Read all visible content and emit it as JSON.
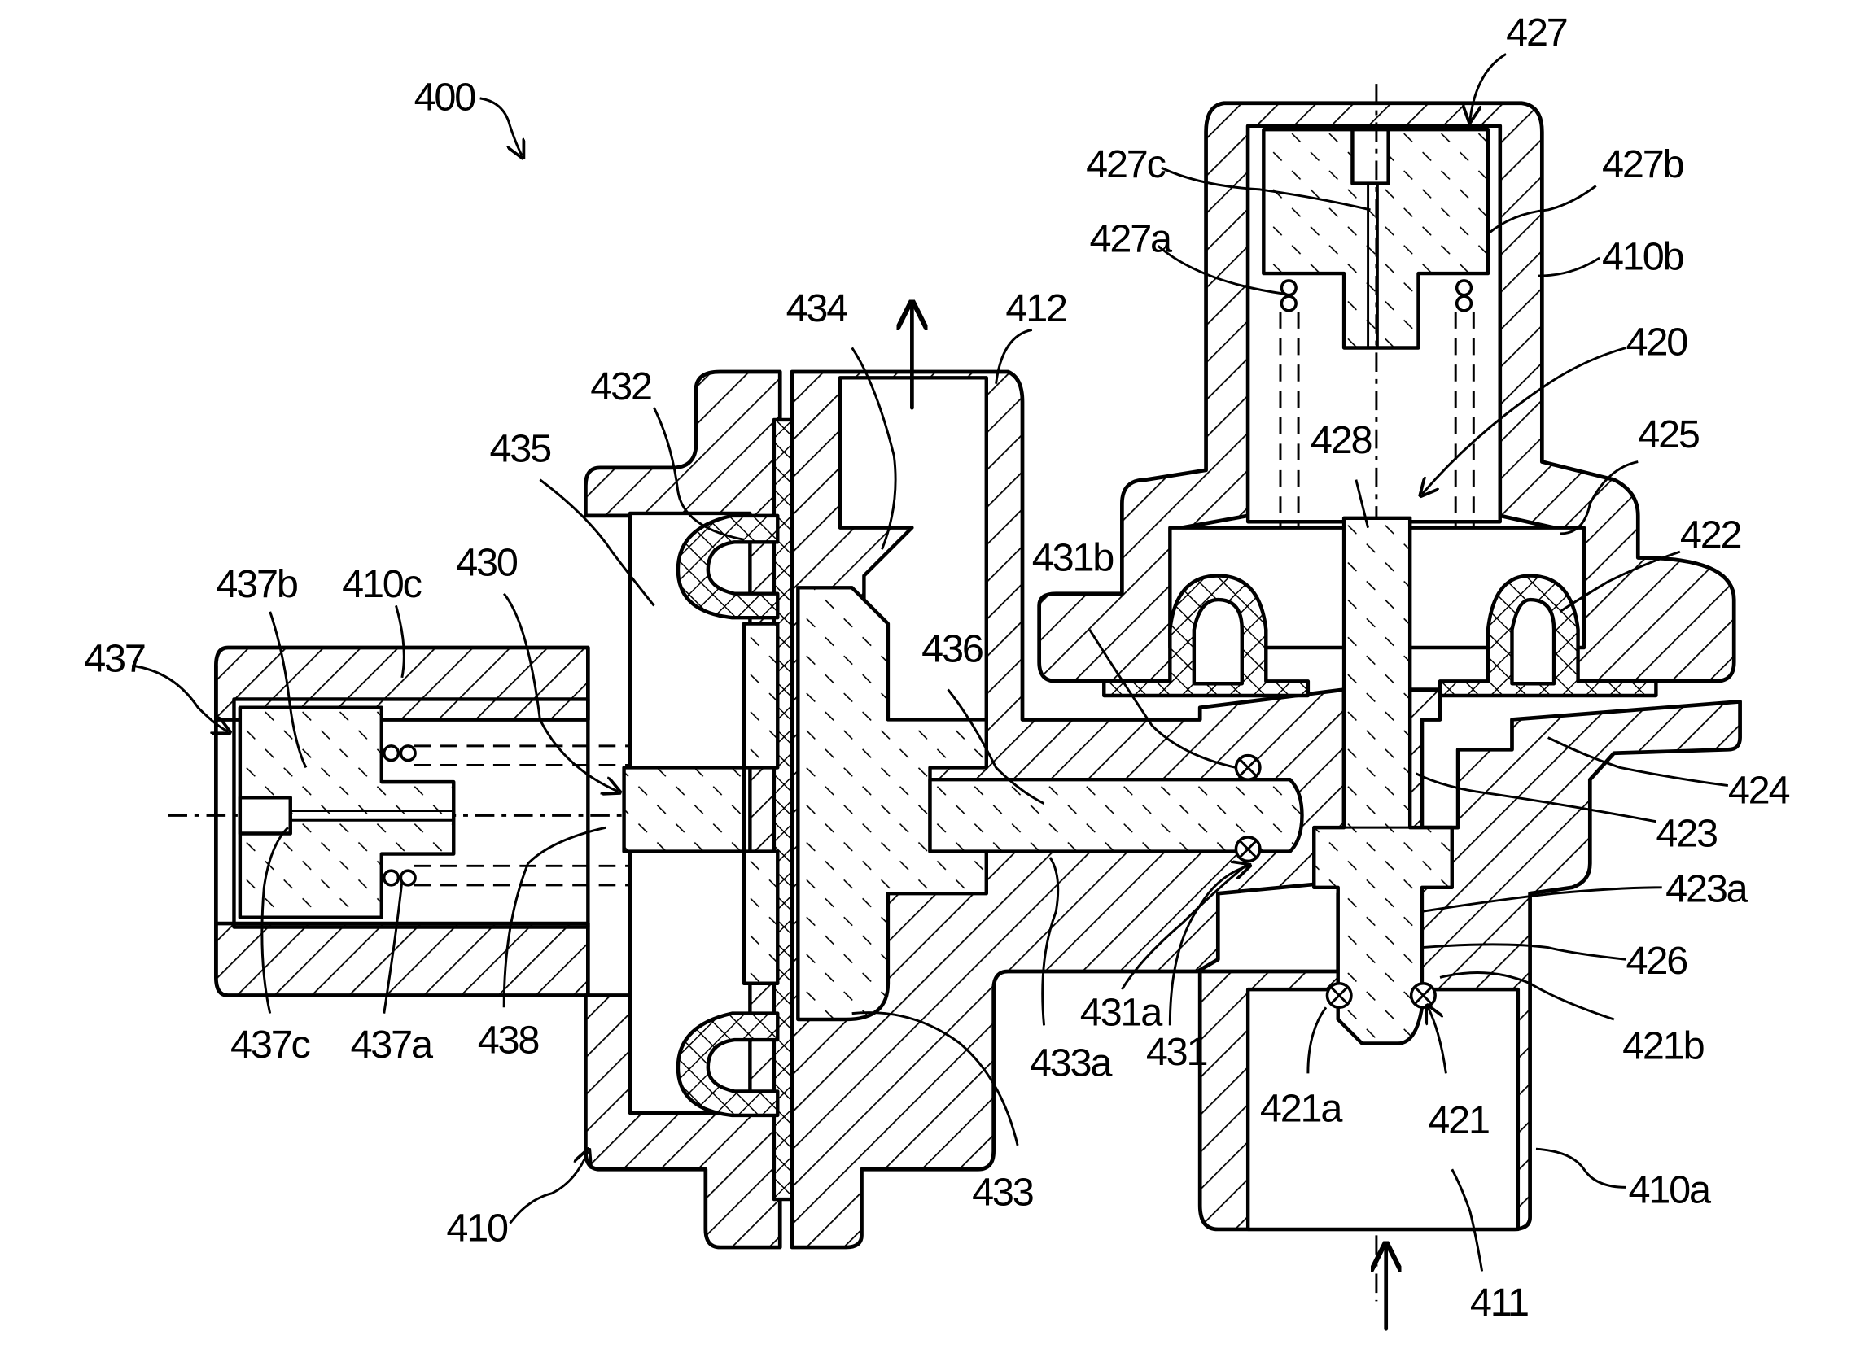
{
  "figure": {
    "type": "patent cross-section drawing",
    "assembly_label": "400",
    "arrows": {
      "inlet": "inlet-flow-arrow-up",
      "outlet": "outlet-flow-arrow-up"
    }
  },
  "labels": {
    "l400": "400",
    "l427": "427",
    "l427c": "427c",
    "l427b": "427b",
    "l427a": "427a",
    "l410b": "410b",
    "l434": "434",
    "l412": "412",
    "l420": "420",
    "l432": "432",
    "l428": "428",
    "l425": "425",
    "l435": "435",
    "l422": "422",
    "l431b": "431b",
    "l437b": "437b",
    "l410c": "410c",
    "l430": "430",
    "l436": "436",
    "l437": "437",
    "l424": "424",
    "l423": "423",
    "l423a": "423a",
    "l426": "426",
    "l421b": "421b",
    "l437c": "437c",
    "l437a": "437a",
    "l438": "438",
    "l433a": "433a",
    "l431a": "431a",
    "l431": "431",
    "l421a": "421a",
    "l421": "421",
    "l433": "433",
    "l410": "410",
    "l410a": "410a",
    "l411": "411"
  }
}
